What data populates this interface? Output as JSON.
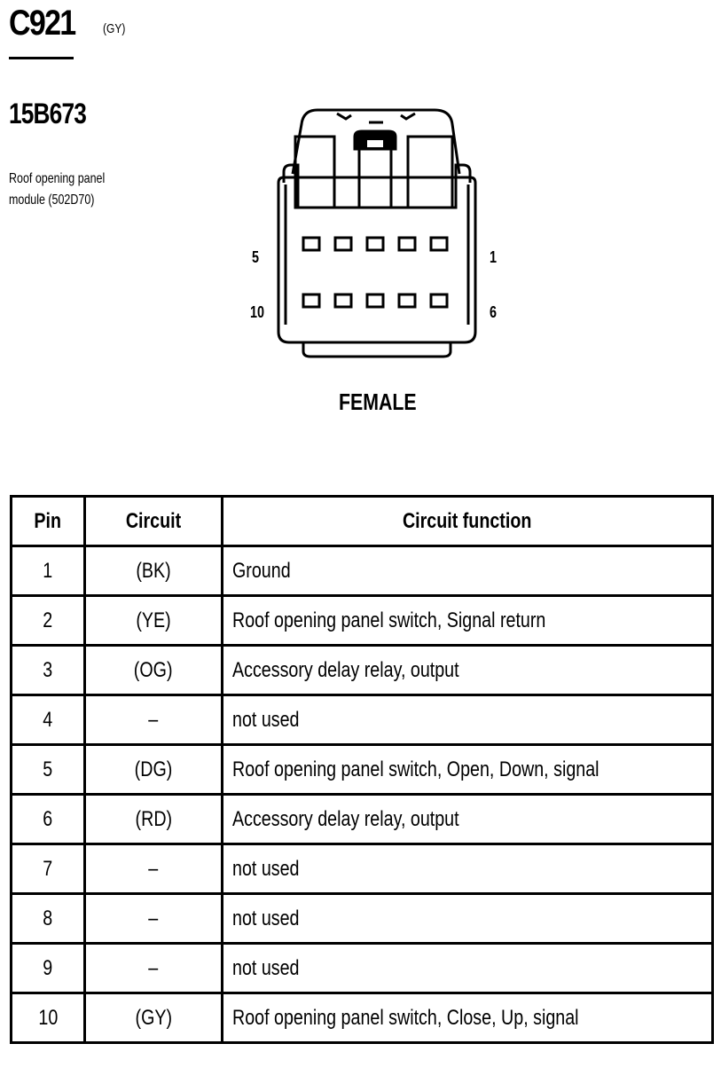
{
  "header": {
    "connector_id": "C921",
    "connector_color": "(GY)",
    "part_number": "15B673",
    "description_line1": "Roof opening panel",
    "description_line2": "module (502D70)"
  },
  "diagram": {
    "pin_labels": {
      "top_left": "5",
      "bottom_left": "10",
      "top_right": "1",
      "bottom_right": "6"
    },
    "cavity_rows": 2,
    "cavities_per_row": 5,
    "gender_label": "FEMALE"
  },
  "table": {
    "headers": [
      "Pin",
      "Circuit",
      "Circuit function"
    ],
    "rows": [
      {
        "pin": "1",
        "circuit": "(BK)",
        "function": "Ground"
      },
      {
        "pin": "2",
        "circuit": "(YE)",
        "function": "Roof opening panel switch, Signal return"
      },
      {
        "pin": "3",
        "circuit": "(OG)",
        "function": "Accessory delay relay, output"
      },
      {
        "pin": "4",
        "circuit": "–",
        "function": "not used"
      },
      {
        "pin": "5",
        "circuit": "(DG)",
        "function": "Roof opening panel switch, Open, Down, signal"
      },
      {
        "pin": "6",
        "circuit": "(RD)",
        "function": "Accessory delay relay, output"
      },
      {
        "pin": "7",
        "circuit": "–",
        "function": "not used"
      },
      {
        "pin": "8",
        "circuit": "–",
        "function": "not used"
      },
      {
        "pin": "9",
        "circuit": "–",
        "function": "not used"
      },
      {
        "pin": "10",
        "circuit": "(GY)",
        "function": "Roof opening panel switch, Close, Up, signal"
      }
    ]
  }
}
